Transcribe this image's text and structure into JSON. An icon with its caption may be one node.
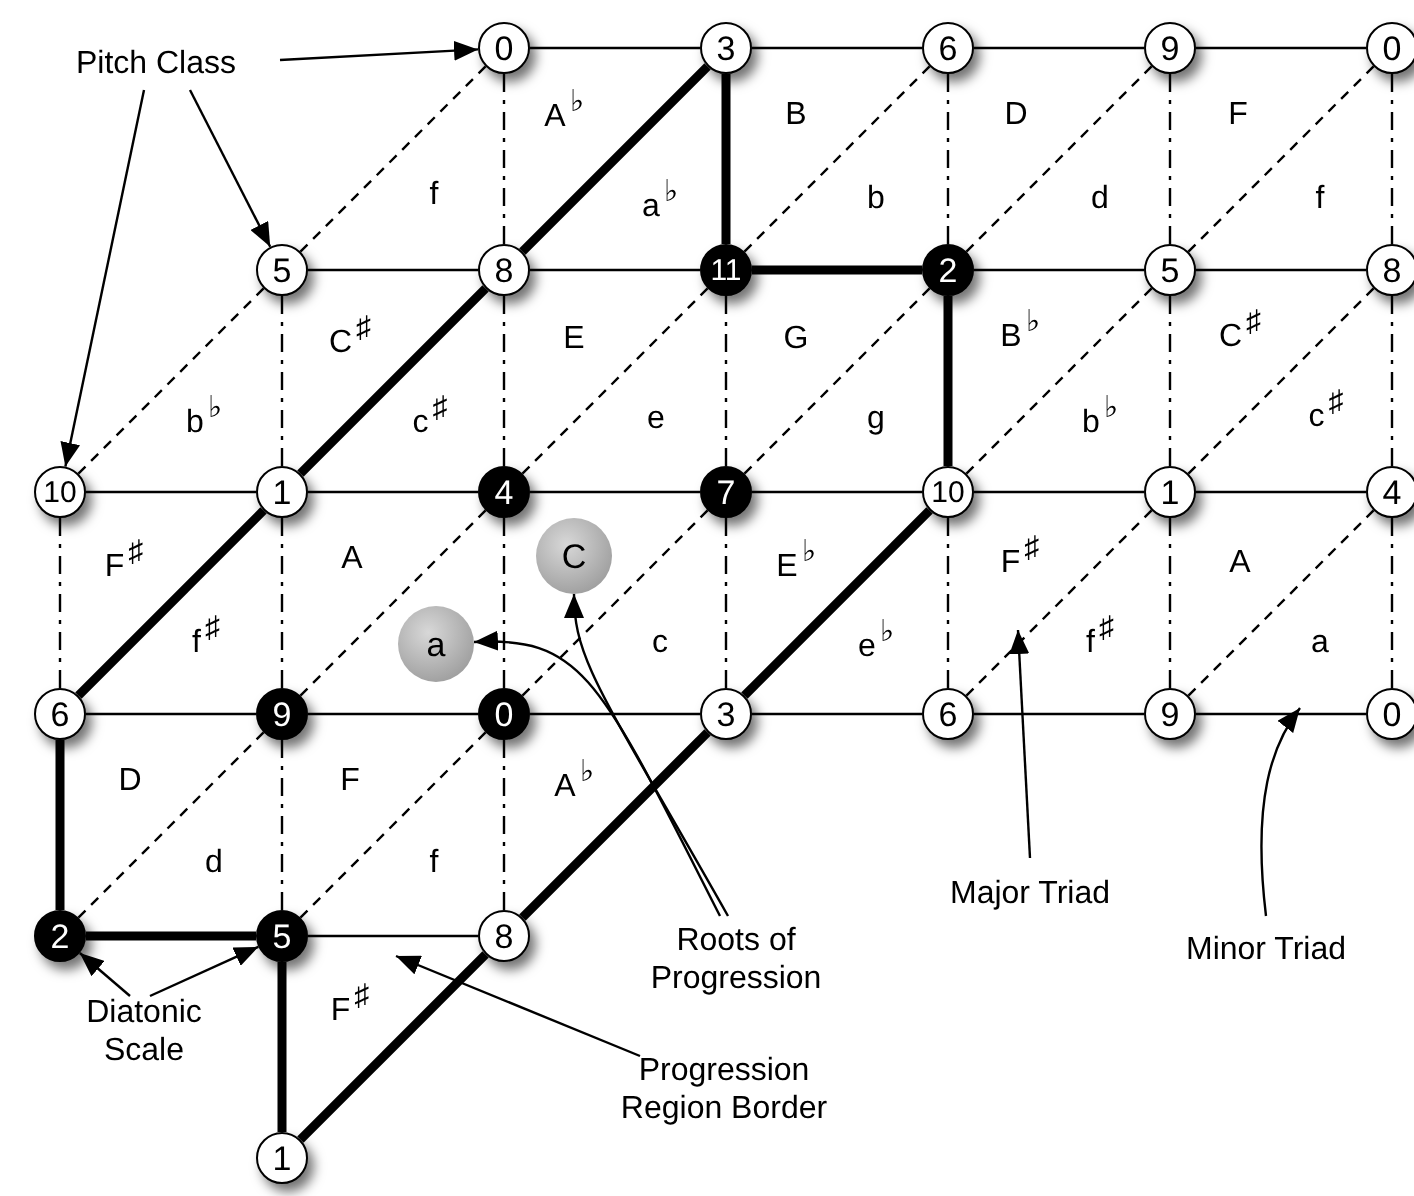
{
  "diagram": {
    "nodes": [
      {
        "text": [
          "0"
        ]
      },
      {
        "text": [
          "3"
        ]
      },
      {
        "text": [
          "6"
        ]
      },
      {
        "text": [
          "9"
        ]
      },
      {
        "text": [
          "0"
        ]
      },
      {
        "text": [
          "5"
        ]
      },
      {
        "text": [
          "8"
        ]
      },
      {
        "text": [
          "11"
        ]
      },
      {
        "text": [
          "2"
        ]
      },
      {
        "text": [
          "5"
        ]
      },
      {
        "text": [
          "8"
        ]
      },
      {
        "text": [
          "10"
        ]
      },
      {
        "text": [
          "1"
        ]
      },
      {
        "text": [
          "4"
        ]
      },
      {
        "text": [
          "7"
        ]
      },
      {
        "text": [
          "10"
        ]
      },
      {
        "text": [
          "1"
        ]
      },
      {
        "text": [
          "4"
        ]
      },
      {
        "text": [
          "6"
        ]
      },
      {
        "text": [
          "9"
        ]
      },
      {
        "text": [
          "0"
        ]
      },
      {
        "text": [
          "3"
        ]
      },
      {
        "text": [
          "6"
        ]
      },
      {
        "text": [
          "9"
        ]
      },
      {
        "text": [
          "0"
        ]
      },
      {
        "text": [
          "2"
        ]
      },
      {
        "text": [
          "5"
        ]
      },
      {
        "text": [
          "8"
        ]
      },
      {
        "text": [
          "1"
        ]
      },
      {
        "text": [
          "C"
        ]
      },
      {
        "text": [
          "a"
        ]
      },
      {
        "text": [
          "Pitch Class"
        ]
      },
      {
        "text": [
          "Roots of Progression"
        ]
      },
      {
        "text": [
          "Major Triad"
        ]
      },
      {
        "text": [
          "Minor Triad"
        ]
      },
      {
        "text": [
          "Diatonic Scale"
        ]
      },
      {
        "text": [
          "Progression Region Border"
        ]
      }
    ],
    "edges": [
      {
        "from": 0,
        "to": 1,
        "arrow": "none"
      },
      {
        "from": 1,
        "to": 2,
        "arrow": "none"
      },
      {
        "from": 2,
        "to": 3,
        "arrow": "none"
      },
      {
        "from": 3,
        "to": 4,
        "arrow": "none"
      },
      {
        "from": 5,
        "to": 6,
        "arrow": "none"
      },
      {
        "from": 6,
        "to": 7,
        "arrow": "none"
      },
      {
        "from": 7,
        "to": 8,
        "arrow": "none",
        "style": "thick"
      },
      {
        "from": 8,
        "to": 9,
        "arrow": "none"
      },
      {
        "from": 9,
        "to": 10,
        "arrow": "none"
      },
      {
        "from": 11,
        "to": 12,
        "arrow": "none"
      },
      {
        "from": 12,
        "to": 13,
        "arrow": "none"
      },
      {
        "from": 13,
        "to": 14,
        "arrow": "none"
      },
      {
        "from": 14,
        "to": 15,
        "arrow": "none"
      },
      {
        "from": 15,
        "to": 16,
        "arrow": "none"
      },
      {
        "from": 16,
        "to": 17,
        "arrow": "none"
      },
      {
        "from": 18,
        "to": 19,
        "arrow": "none"
      },
      {
        "from": 19,
        "to": 20,
        "arrow": "none"
      },
      {
        "from": 20,
        "to": 21,
        "arrow": "none"
      },
      {
        "from": 21,
        "to": 22,
        "arrow": "none"
      },
      {
        "from": 22,
        "to": 23,
        "arrow": "none"
      },
      {
        "from": 23,
        "to": 24,
        "arrow": "none"
      },
      {
        "from": 25,
        "to": 26,
        "arrow": "none",
        "style": "thick"
      },
      {
        "from": 26,
        "to": 27,
        "arrow": "none"
      },
      {
        "from": 0,
        "to": 6,
        "arrow": "none",
        "style": "dashed"
      },
      {
        "from": 6,
        "to": 13,
        "arrow": "none",
        "style": "dashed"
      },
      {
        "from": 13,
        "to": 20,
        "arrow": "none",
        "style": "dashed"
      },
      {
        "from": 20,
        "to": 27,
        "arrow": "none",
        "style": "dashed"
      },
      {
        "from": 1,
        "to": 7,
        "arrow": "none",
        "style": "thick"
      },
      {
        "from": 7,
        "to": 14,
        "arrow": "none",
        "style": "dashed"
      },
      {
        "from": 14,
        "to": 21,
        "arrow": "none",
        "style": "dashed"
      },
      {
        "from": 2,
        "to": 8,
        "arrow": "none",
        "style": "dashed"
      },
      {
        "from": 8,
        "to": 15,
        "arrow": "none",
        "style": "thick"
      },
      {
        "from": 15,
        "to": 22,
        "arrow": "none",
        "style": "dashed"
      },
      {
        "from": 3,
        "to": 9,
        "arrow": "none",
        "style": "dashed"
      },
      {
        "from": 9,
        "to": 16,
        "arrow": "none",
        "style": "dashed"
      },
      {
        "from": 16,
        "to": 23,
        "arrow": "none",
        "style": "dashed"
      },
      {
        "from": 4,
        "to": 10,
        "arrow": "none",
        "style": "dashed"
      },
      {
        "from": 10,
        "to": 17,
        "arrow": "none",
        "style": "dashed"
      },
      {
        "from": 17,
        "to": 24,
        "arrow": "none",
        "style": "dashed"
      },
      {
        "from": 5,
        "to": 12,
        "arrow": "none",
        "style": "dashed"
      },
      {
        "from": 12,
        "to": 19,
        "arrow": "none",
        "style": "dashed"
      },
      {
        "from": 19,
        "to": 26,
        "arrow": "none",
        "style": "dashed"
      },
      {
        "from": 26,
        "to": 28,
        "arrow": "none",
        "style": "thick"
      },
      {
        "from": 11,
        "to": 18,
        "arrow": "none",
        "style": "dashed"
      },
      {
        "from": 18,
        "to": 25,
        "arrow": "none",
        "style": "thick"
      },
      {
        "from": 5,
        "to": 0,
        "arrow": "none",
        "style": "dashed"
      },
      {
        "from": 6,
        "to": 1,
        "arrow": "none",
        "style": "thick"
      },
      {
        "from": 7,
        "to": 2,
        "arrow": "none",
        "style": "dashed"
      },
      {
        "from": 8,
        "to": 3,
        "arrow": "none",
        "style": "dashed"
      },
      {
        "from": 9,
        "to": 4,
        "arrow": "none",
        "style": "dashed"
      },
      {
        "from": 11,
        "to": 5,
        "arrow": "none",
        "style": "dashed"
      },
      {
        "from": 12,
        "to": 6,
        "arrow": "none",
        "style": "thick"
      },
      {
        "from": 13,
        "to": 7,
        "arrow": "none",
        "style": "dashed"
      },
      {
        "from": 14,
        "to": 8,
        "arrow": "none",
        "style": "dashed"
      },
      {
        "from": 15,
        "to": 9,
        "arrow": "none",
        "style": "dashed"
      },
      {
        "from": 16,
        "to": 10,
        "arrow": "none",
        "style": "dashed"
      },
      {
        "from": 18,
        "to": 12,
        "arrow": "none",
        "style": "thick"
      },
      {
        "from": 19,
        "to": 13,
        "arrow": "none",
        "style": "dashed"
      },
      {
        "from": 20,
        "to": 14,
        "arrow": "none",
        "style": "dashed"
      },
      {
        "from": 21,
        "to": 15,
        "arrow": "none",
        "style": "thick"
      },
      {
        "from": 22,
        "to": 16,
        "arrow": "none",
        "style": "dashed"
      },
      {
        "from": 23,
        "to": 17,
        "arrow": "none",
        "style": "dashed"
      },
      {
        "from": 25,
        "to": 19,
        "arrow": "none",
        "style": "dashed"
      },
      {
        "from": 26,
        "to": 20,
        "arrow": "none",
        "style": "dashed"
      },
      {
        "from": 27,
        "to": 21,
        "arrow": "none",
        "style": "thick"
      },
      {
        "from": 28,
        "to": 27,
        "arrow": "none",
        "style": "thick"
      },
      {
        "from": 31,
        "to": 0,
        "arrow": "to"
      },
      {
        "from": 31,
        "to": 5,
        "arrow": "to"
      },
      {
        "from": 31,
        "to": 11,
        "arrow": "to"
      },
      {
        "from": 32,
        "to": 30,
        "arrow": "to"
      },
      {
        "from": 32,
        "to": 29,
        "arrow": "to"
      },
      {
        "from": 33,
        "to": null,
        "arrow": "to"
      },
      {
        "from": 34,
        "to": null,
        "arrow": "to"
      },
      {
        "from": 35,
        "to": 25,
        "arrow": "to"
      },
      {
        "from": 35,
        "to": 26,
        "arrow": "to"
      },
      {
        "from": 36,
        "to": null,
        "arrow": "to"
      }
    ],
    "labels": [
      "A$^{♭}$",
      "B",
      "D",
      "F",
      "f",
      "a$^{♭}$",
      "b",
      "d",
      "f",
      "C$^{♯}$",
      "E",
      "G",
      "B$^{♭}$",
      "C$^{♯}$",
      "b$^{♭}$",
      "c$^{♯}$",
      "e",
      "g",
      "b$^{♭}$",
      "c$^{♯}$",
      "F$^{♯}$",
      "A",
      "E$^{♭}$",
      "F$^{♯}$",
      "A",
      "f$^{♯}$",
      "c",
      "e$^{♭}$",
      "f$^{♯}$",
      "a",
      "D",
      "F",
      "A$^{♭}$",
      "d",
      "f",
      "F$^{♯}$"
    ]
  }
}
